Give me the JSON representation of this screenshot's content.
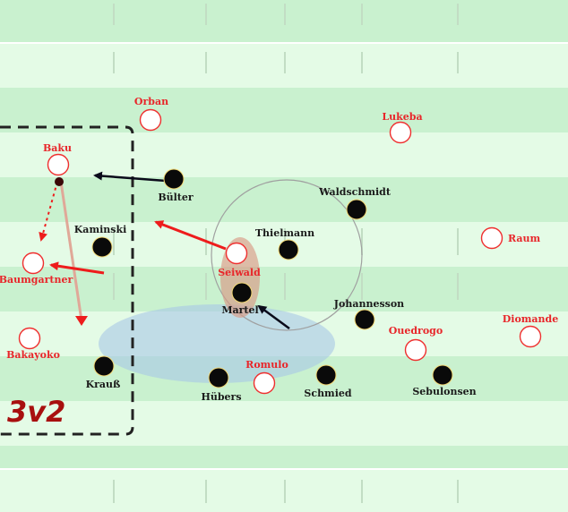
{
  "colors": {
    "stripe_dark": "#c9f1cf",
    "stripe_light": "#e4fbe6",
    "pitch_line": "#ffffff",
    "tick": "#c2ddc4",
    "black_player": "#0a0a0a",
    "red_outline": "#ef2f2f",
    "red_text": "#e8262a",
    "red_arrow": "#ee1c1c",
    "dark_arrow": "#0a0a1a",
    "label_3v2": "#a80f0f",
    "zone_ellipse": "#a9c8e6",
    "highlight_ellipse": "#d99a85",
    "pass_line": "#e0a898"
  },
  "zone_label": "3v2",
  "players": {
    "black": [
      {
        "name": "Bülter"
      },
      {
        "name": "Waldschmidt"
      },
      {
        "name": "Thielmann"
      },
      {
        "name": "Kaminski"
      },
      {
        "name": "Martel"
      },
      {
        "name": "Johannesson"
      },
      {
        "name": "Krauß"
      },
      {
        "name": "Hübers"
      },
      {
        "name": "Schmied"
      },
      {
        "name": "Sebulonsen"
      }
    ],
    "red": [
      {
        "name": "Orban"
      },
      {
        "name": "Lukeba"
      },
      {
        "name": "Baku"
      },
      {
        "name": "Raum"
      },
      {
        "name": "Seiwald"
      },
      {
        "name": "Baumgartner"
      },
      {
        "name": "Diomande"
      },
      {
        "name": "Ouedrogo"
      },
      {
        "name": "Bakayoko"
      },
      {
        "name": "Romulo"
      }
    ]
  }
}
